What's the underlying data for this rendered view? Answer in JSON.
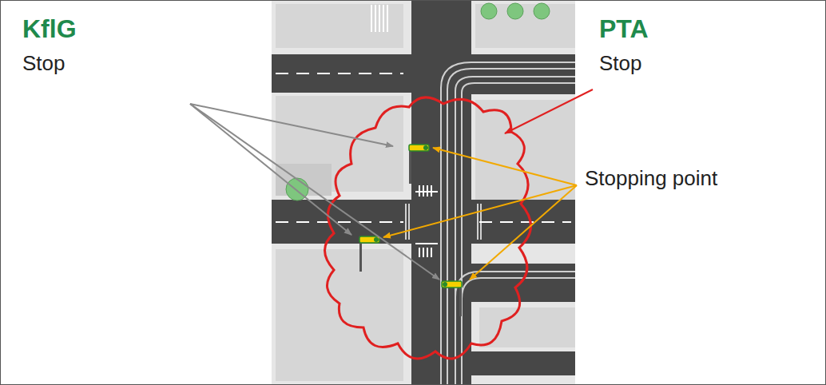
{
  "diagram": {
    "labels": [
      "KflG",
      "Stop",
      "PTA",
      "Stop",
      "Stopping point"
    ]
  }
}
